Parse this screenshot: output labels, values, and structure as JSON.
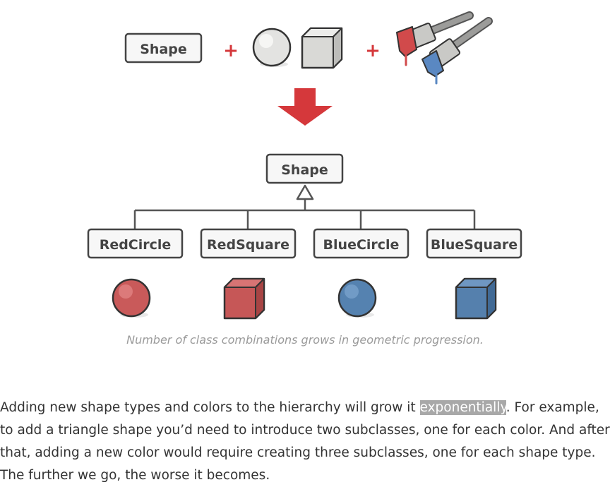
{
  "diagram": {
    "top_shape_label": "Shape",
    "plus_1": "+",
    "plus_2": "+",
    "hierarchy_root_label": "Shape",
    "subclasses": [
      "RedCircle",
      "RedSquare",
      "BlueCircle",
      "BlueSquare"
    ],
    "colors": {
      "red": "#c95a5a",
      "blue": "#5582b0",
      "accent": "#d5383b"
    }
  },
  "caption": "Number of class combinations grows in geometric progression.",
  "paragraph": {
    "before": "Adding new shape types and colors to the hierarchy will grow it ",
    "highlight": "exponentially",
    "after": ". For example, to add a triangle shape you’d need to introduce two subclasses, one for each color. And after that, adding a new color would require creating three subclasses, one for each shape type. The further we go, the worse it becomes."
  }
}
